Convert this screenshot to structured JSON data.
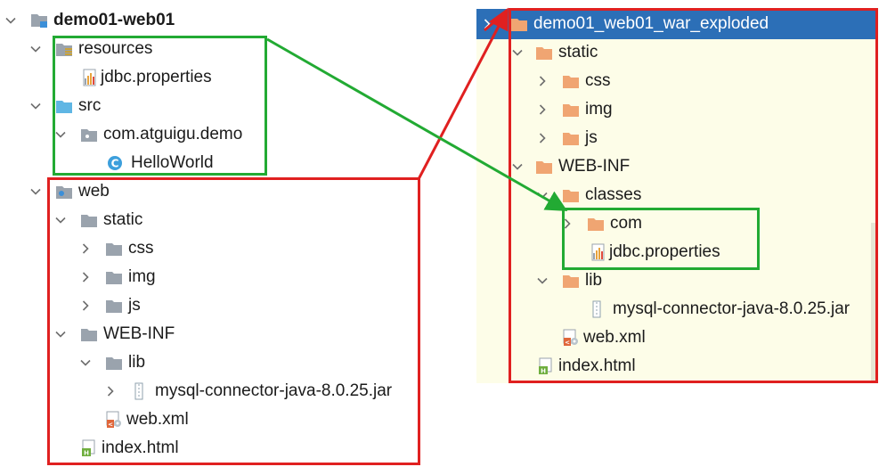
{
  "left_tree": {
    "project": "demo01-web01",
    "resources": "resources",
    "jdbc_properties": "jdbc.properties",
    "src": "src",
    "package": "com.atguigu.demo",
    "hello_world": "HelloWorld",
    "web": "web",
    "static": "static",
    "css": "css",
    "img": "img",
    "js": "js",
    "web_inf": "WEB-INF",
    "lib": "lib",
    "mysql_jar": "mysql-connector-java-8.0.25.jar",
    "web_xml": "web.xml",
    "index_html": "index.html"
  },
  "right_tree": {
    "artifact": "demo01_web01_war_exploded",
    "static": "static",
    "css": "css",
    "img": "img",
    "js": "js",
    "web_inf": "WEB-INF",
    "classes": "classes",
    "com": "com",
    "jdbc_properties": "jdbc.properties",
    "lib": "lib",
    "mysql_jar": "mysql-connector-java-8.0.25.jar",
    "web_xml": "web.xml",
    "index_html": "index.html"
  },
  "colors": {
    "selection": "#2c6fb7",
    "panel_bg": "#fdfde8",
    "folder_grey": "#9aa3ad",
    "folder_orange": "#f0a572",
    "highlight_red": "#e02020",
    "highlight_green": "#22aa33"
  }
}
